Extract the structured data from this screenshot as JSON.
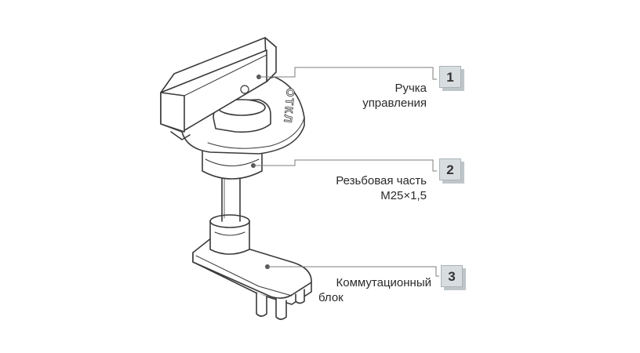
{
  "callouts": [
    {
      "number": "1",
      "line1": "Ручка",
      "line2": "управления"
    },
    {
      "number": "2",
      "line1": "Резьбовая часть",
      "line2": "M25×1,5"
    },
    {
      "number": "3",
      "line1": "Коммутационный",
      "line2": "блок"
    }
  ],
  "dial_marking": "ОТКЛ",
  "colors": {
    "stroke": "#3a3a3a",
    "fill": "#ffffff",
    "leader": "#7d7d7d",
    "badge": "#d8dde0"
  }
}
